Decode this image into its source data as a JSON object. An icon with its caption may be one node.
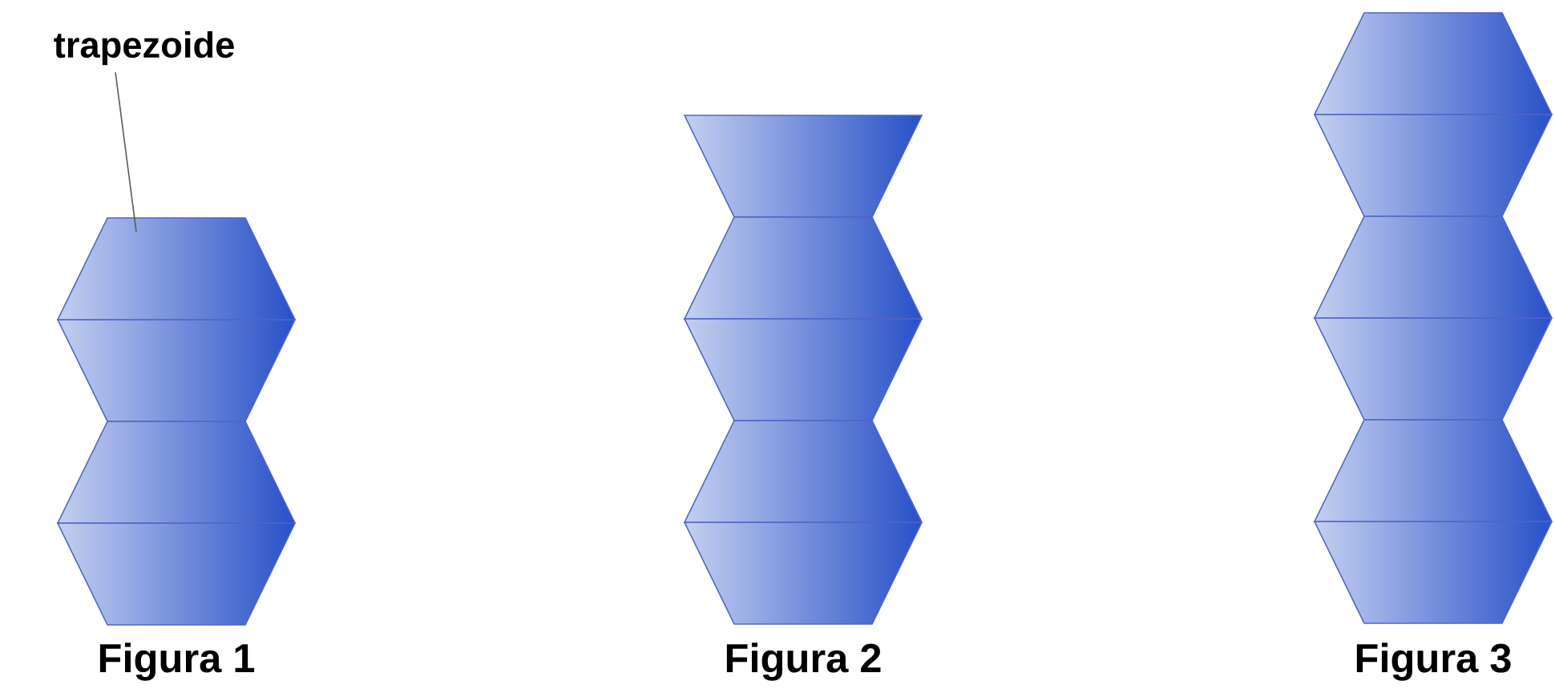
{
  "diagram": {
    "nodes": [
      {
        "text": [
          "trapezoide"
        ]
      },
      {
        "text": [],
        "shape": "trapezoid"
      }
    ],
    "edges": [
      {
        "from": 0,
        "to": 1,
        "arrow": "none"
      }
    ],
    "labels": [
      "Figura 1",
      "Figura 2",
      "Figura 3"
    ]
  }
}
